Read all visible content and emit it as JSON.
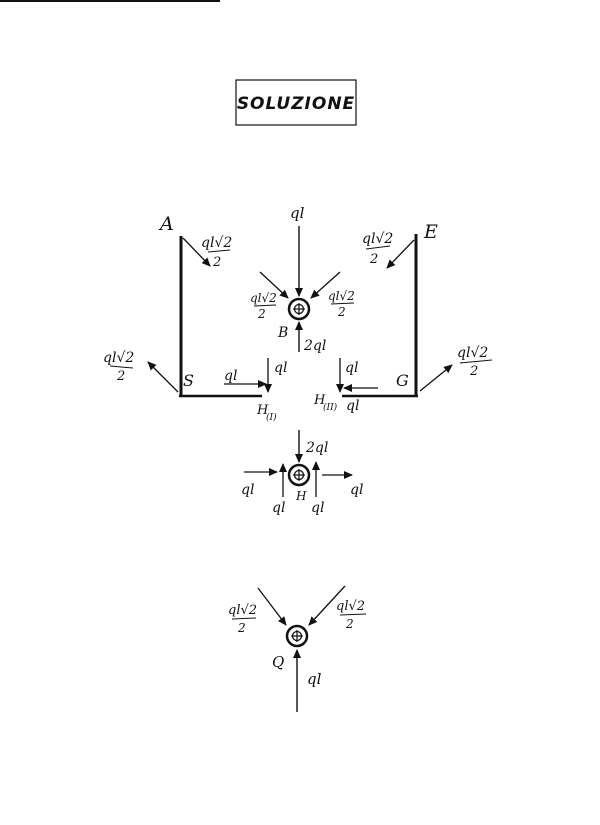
{
  "title": "SOLUZIONE",
  "nodes": {
    "A": "A",
    "E": "E",
    "S": "S",
    "G": "G",
    "B": "B",
    "H_left": "H",
    "H_left_sub": "(I)",
    "H_right": "H",
    "H_right_sub": "(II)",
    "H": "H",
    "Q": "Q"
  },
  "forces": {
    "ql": "ql",
    "two_ql": "2ql",
    "ql_root2": "ql√2",
    "over": "2"
  },
  "colors": {
    "ink": "#111111",
    "paper": "#ffffff"
  }
}
